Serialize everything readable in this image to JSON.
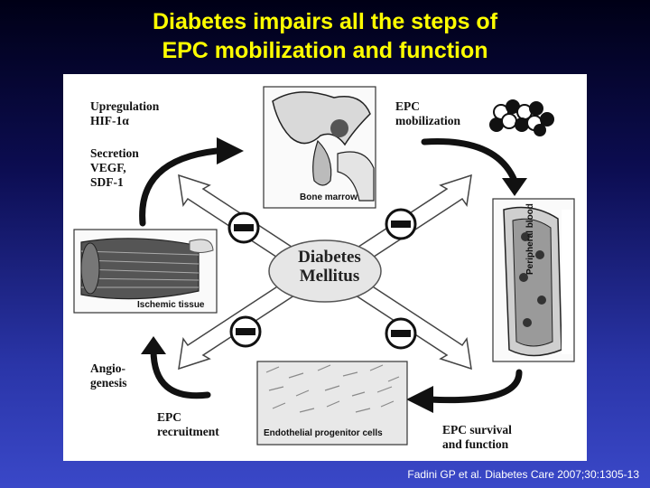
{
  "title": {
    "line1": "Diabetes impairs all the steps of",
    "line2": "EPC mobilization and function"
  },
  "center": {
    "line1": "Diabetes",
    "line2": "Mellitus"
  },
  "labels": {
    "upregulation": [
      "Upregulation",
      "HIF-1α"
    ],
    "secretion": [
      "Secretion",
      "VEGF,",
      "SDF-1"
    ],
    "epc_mobilization": [
      "EPC",
      "mobilization"
    ],
    "angiogenesis": [
      "Angio-",
      "genesis"
    ],
    "epc_recruitment": [
      "EPC",
      "recruitment"
    ],
    "epc_survival": [
      "EPC survival",
      "and function"
    ]
  },
  "image_captions": {
    "bone_marrow": "Bone marrow",
    "ischemic_tissue": "Ischemic tissue",
    "peripheral_blood": "Peripheral blood",
    "endothelial_cells": "Endothelial progenitor cells"
  },
  "inhibition_symbol": "−",
  "citation": "Fadini GP et al. Diabetes Care 2007;30:1305-13"
}
